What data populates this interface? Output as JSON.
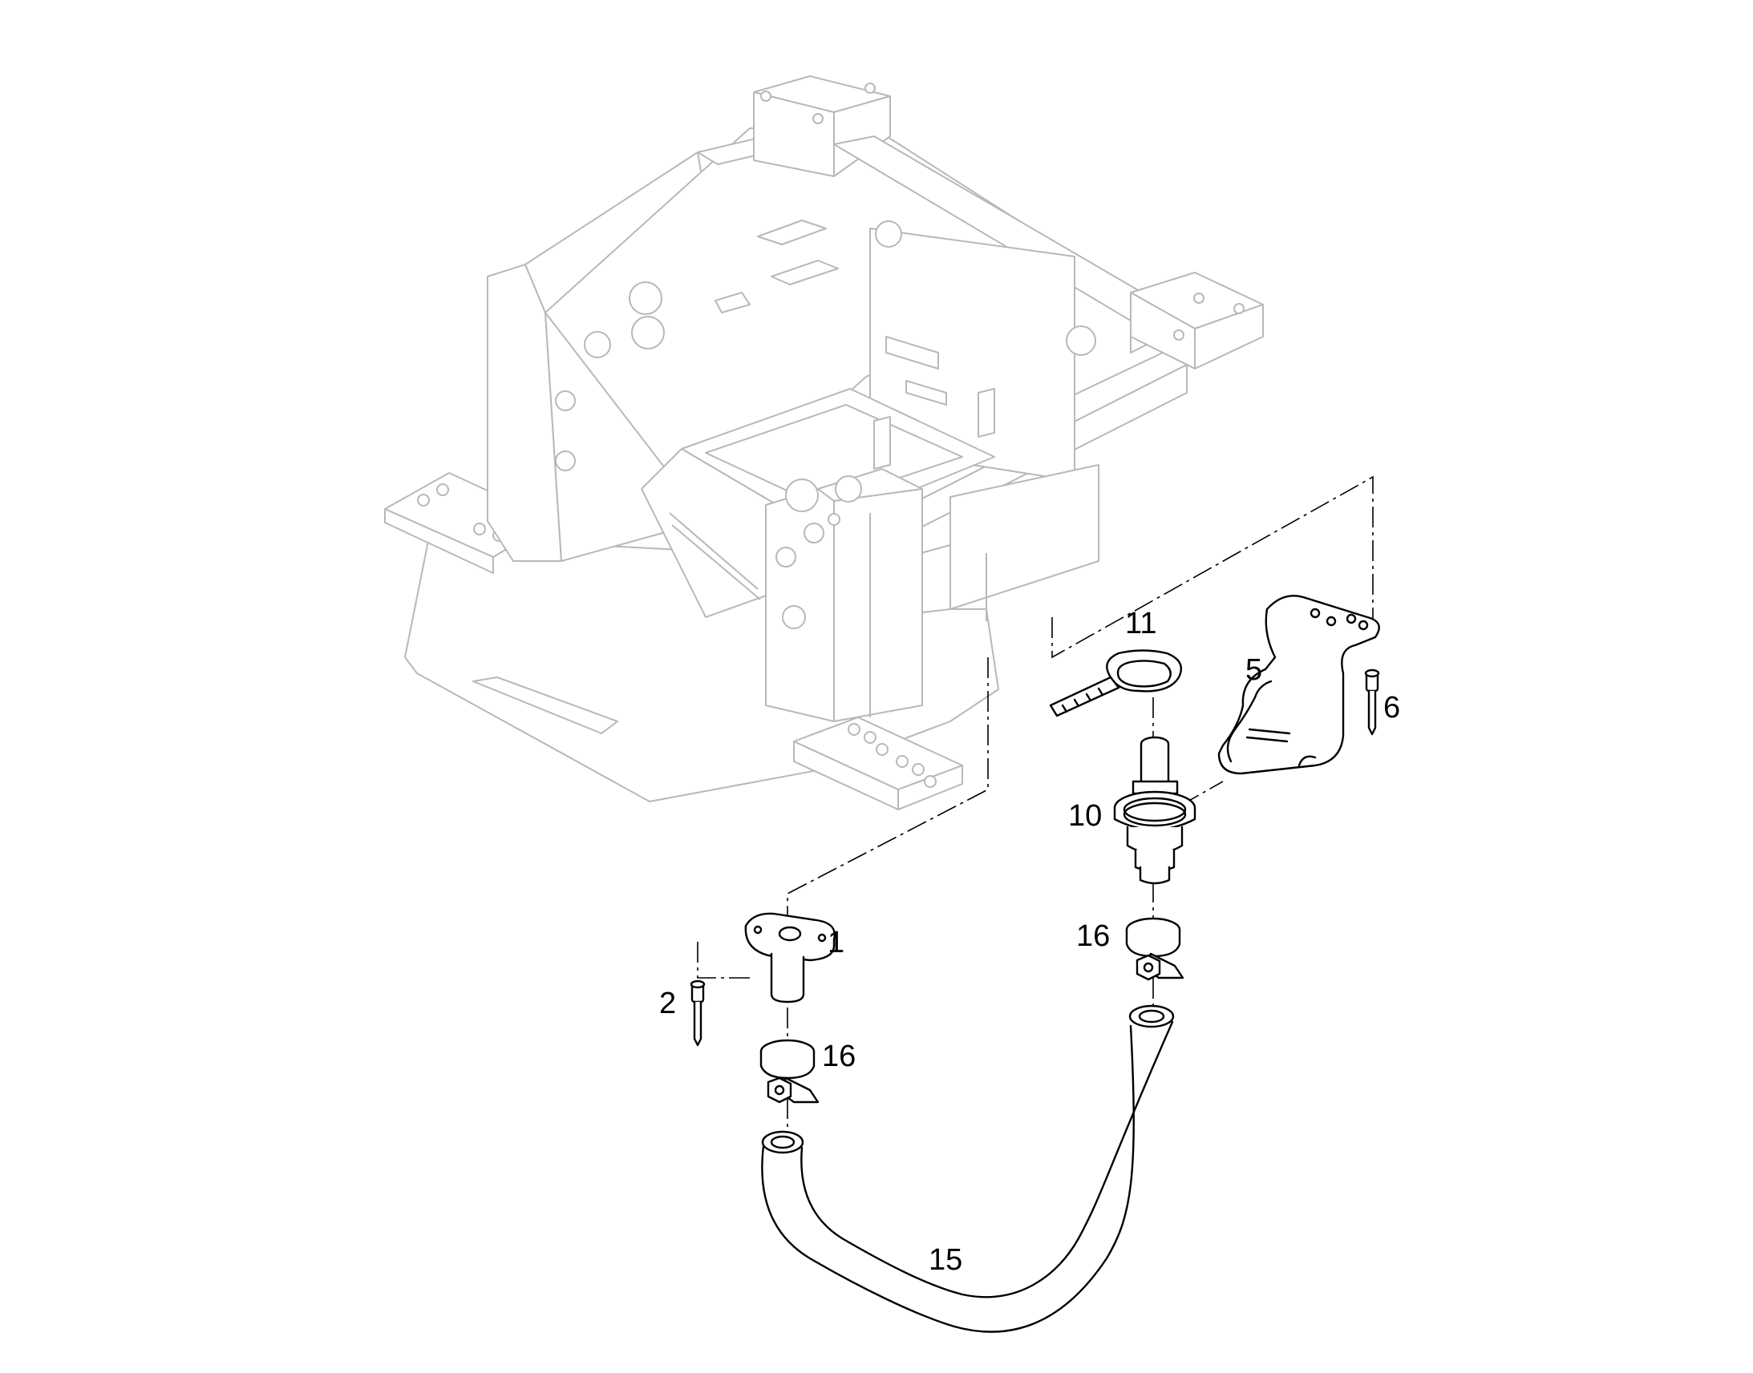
{
  "callouts": {
    "c1": "1",
    "c2": "2",
    "c5": "5",
    "c6": "6",
    "c10": "10",
    "c11": "11",
    "c15": "15",
    "c16a": "16",
    "c16b": "16"
  },
  "colors": {
    "frame_line": "#b8b8b8",
    "part_line": "#000000",
    "background": "#ffffff"
  }
}
